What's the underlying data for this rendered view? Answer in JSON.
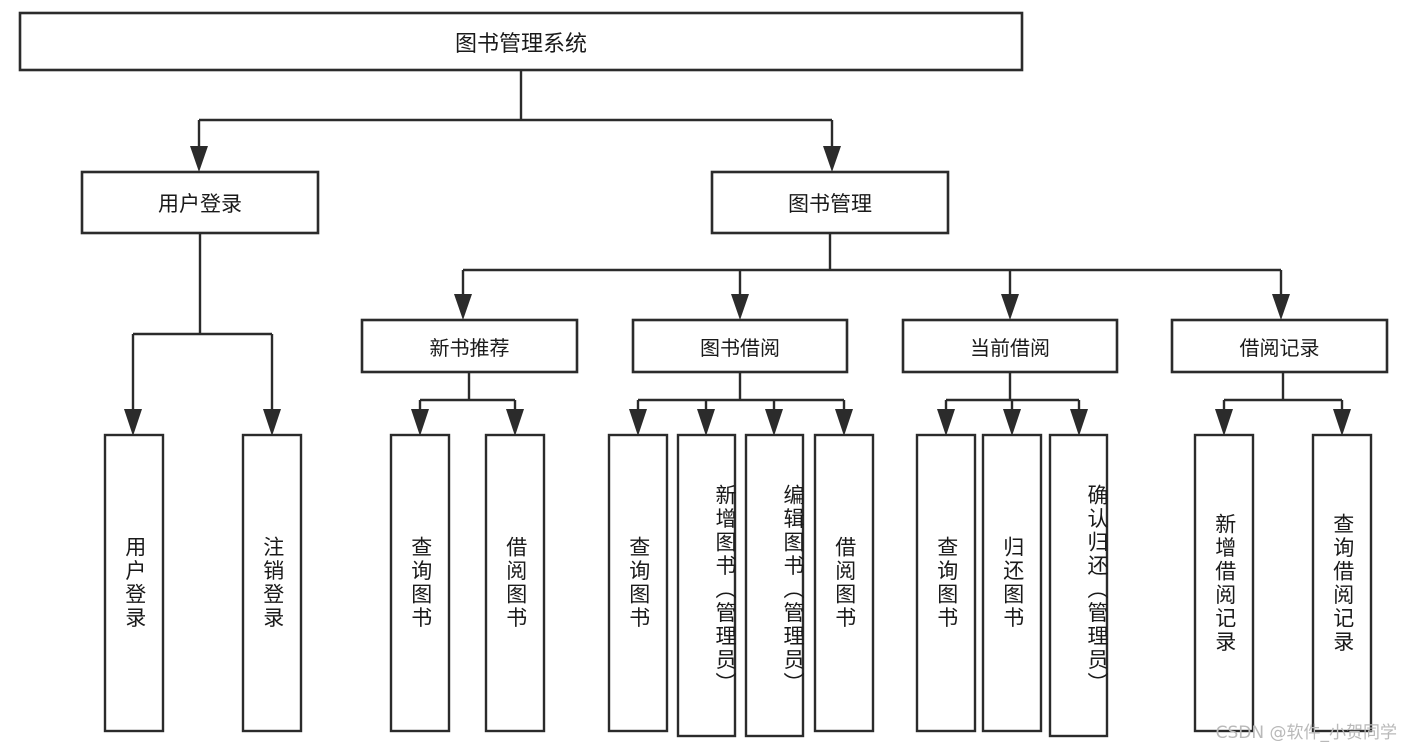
{
  "diagram": {
    "type": "hierarchy-tree",
    "title": "图书管理系统",
    "watermark": "CSDN @软件_小贺同学",
    "colors": {
      "stroke": "#2b2b2b",
      "box_fill": "#ffffff",
      "text": "#1a1a1a",
      "background": "#ffffff",
      "watermark": "#b9b9b9"
    },
    "levels": {
      "root": "图书管理系统",
      "level2": [
        "用户登录",
        "图书管理"
      ],
      "level3": [
        "新书推荐",
        "图书借阅",
        "当前借阅",
        "借阅记录"
      ]
    },
    "nodes": {
      "root": {
        "label": "图书管理系统"
      },
      "user_login": {
        "label": "用户登录"
      },
      "book_manage": {
        "label": "图书管理"
      },
      "new_book_rec": {
        "label": "新书推荐"
      },
      "book_borrow": {
        "label": "图书借阅"
      },
      "current_borrow": {
        "label": "当前借阅"
      },
      "borrow_record": {
        "label": "借阅记录"
      }
    },
    "leaves": {
      "user_login": [
        {
          "label": "用户登录"
        },
        {
          "label": "注销登录"
        }
      ],
      "new_book_rec": [
        {
          "label": "查询图书"
        },
        {
          "label": "借阅图书"
        }
      ],
      "book_borrow": [
        {
          "label": "查询图书"
        },
        {
          "label": "新增图书（管理员）"
        },
        {
          "label": "编辑图书（管理员）"
        },
        {
          "label": "借阅图书"
        }
      ],
      "current_borrow": [
        {
          "label": "查询图书"
        },
        {
          "label": "归还图书"
        },
        {
          "label": "确认归还（管理员）"
        }
      ],
      "borrow_record": [
        {
          "label": "新增借阅记录"
        },
        {
          "label": "查询借阅记录"
        }
      ]
    },
    "edges": [
      {
        "from": "图书管理系统",
        "to": "用户登录"
      },
      {
        "from": "图书管理系统",
        "to": "图书管理"
      },
      {
        "from": "图书管理",
        "to": "新书推荐"
      },
      {
        "from": "图书管理",
        "to": "图书借阅"
      },
      {
        "from": "图书管理",
        "to": "当前借阅"
      },
      {
        "from": "图书管理",
        "to": "借阅记录"
      },
      {
        "from": "用户登录",
        "to": "用户登录"
      },
      {
        "from": "用户登录",
        "to": "注销登录"
      },
      {
        "from": "新书推荐",
        "to": "查询图书"
      },
      {
        "from": "新书推荐",
        "to": "借阅图书"
      },
      {
        "from": "图书借阅",
        "to": "查询图书"
      },
      {
        "from": "图书借阅",
        "to": "新增图书（管理员）"
      },
      {
        "from": "图书借阅",
        "to": "编辑图书（管理员）"
      },
      {
        "from": "图书借阅",
        "to": "借阅图书"
      },
      {
        "from": "当前借阅",
        "to": "查询图书"
      },
      {
        "from": "当前借阅",
        "to": "归还图书"
      },
      {
        "from": "当前借阅",
        "to": "确认归还（管理员）"
      },
      {
        "from": "借阅记录",
        "to": "新增借阅记录"
      },
      {
        "from": "借阅记录",
        "to": "查询借阅记录"
      }
    ]
  }
}
